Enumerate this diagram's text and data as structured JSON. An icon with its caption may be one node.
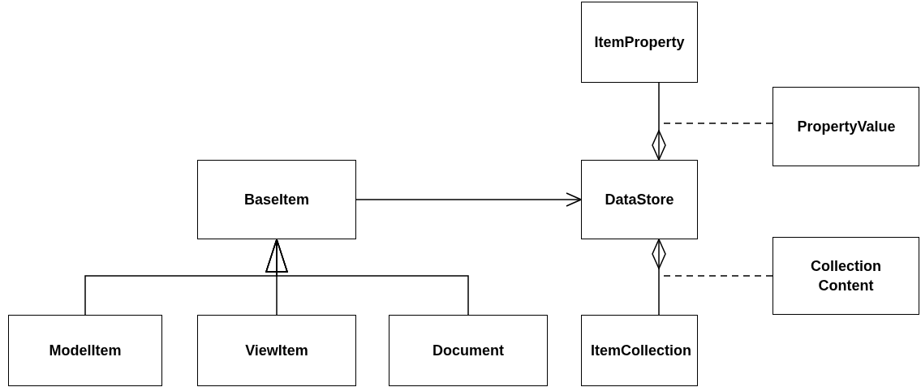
{
  "diagram": {
    "nodes": [
      {
        "text": [
          "ItemProperty"
        ]
      },
      {
        "text": [
          "PropertyValue"
        ]
      },
      {
        "text": [
          "BaseItem"
        ]
      },
      {
        "text": [
          "DataStore"
        ]
      },
      {
        "text": [
          "Collection Content"
        ]
      },
      {
        "text": [
          "ModelItem"
        ]
      },
      {
        "text": [
          "ViewItem"
        ]
      },
      {
        "text": [
          "Document"
        ]
      },
      {
        "text": [
          "ItemCollection"
        ]
      }
    ],
    "edges": [
      {
        "from": 0,
        "to": 3,
        "arrow": "other"
      },
      {
        "from": 1,
        "to": null,
        "arrow": "none",
        "style": "dashed"
      },
      {
        "from": 2,
        "to": 3,
        "arrow": "to"
      },
      {
        "from": 5,
        "to": 2,
        "arrow": "to"
      },
      {
        "from": 6,
        "to": 2,
        "arrow": "to"
      },
      {
        "from": 7,
        "to": 2,
        "arrow": "to"
      },
      {
        "from": 8,
        "to": 3,
        "arrow": "other"
      },
      {
        "from": 4,
        "to": null,
        "arrow": "none",
        "style": "dashed"
      }
    ]
  }
}
